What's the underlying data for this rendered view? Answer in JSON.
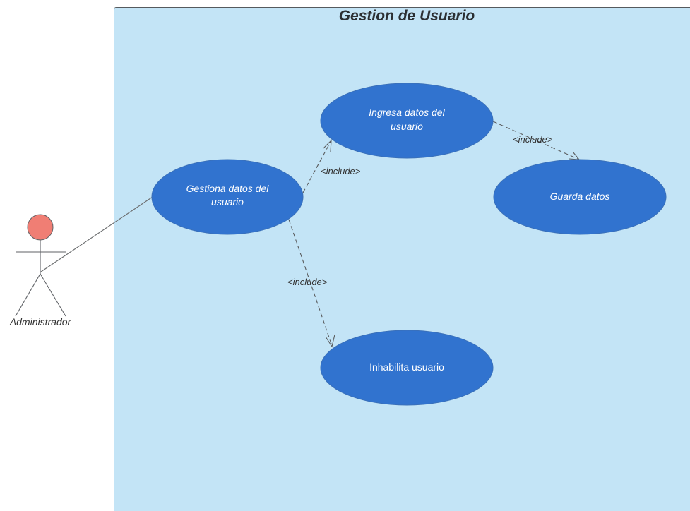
{
  "system": {
    "title": "Gestion de Usuario"
  },
  "actor": {
    "name": "Administrador"
  },
  "use_cases": {
    "gestiona": {
      "line1": "Gestiona datos del",
      "line2": "usuario"
    },
    "ingresa": {
      "line1": "Ingresa datos del",
      "line2": "usuario"
    },
    "guarda": {
      "label": "Guarda datos"
    },
    "inhabilita": {
      "label": "Inhabilita usuario"
    }
  },
  "relationships": {
    "gestiona_ingresa": "<include>",
    "ingresa_guarda": "<include>",
    "gestiona_inhabilita": "<include>"
  },
  "colors": {
    "boundary_fill": "#c3e4f6",
    "usecase_fill": "#3173cf",
    "actor_head": "#f07e74"
  }
}
